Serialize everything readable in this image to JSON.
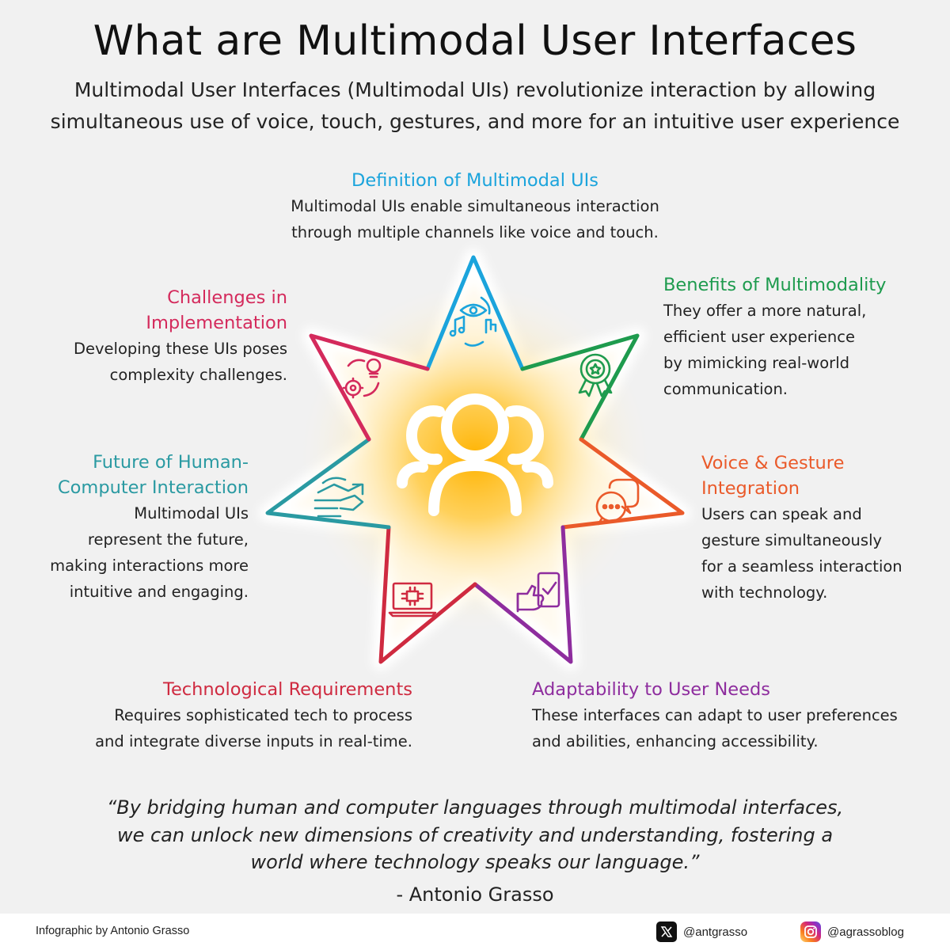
{
  "title": "What are Multimodal User Interfaces",
  "subtitle_line1": "Multimodal User Interfaces (Multimodal UIs) revolutionize interaction by allowing",
  "subtitle_line2": "simultaneous use of voice, touch, gestures, and more for an intuitive user experience",
  "sections": {
    "definition": {
      "heading": "Definition of Multimodal UIs",
      "lines": [
        "Multimodal UIs enable simultaneous interaction",
        "through multiple channels like voice and touch."
      ],
      "color": "#1ba4dc",
      "icon": "eye-music-touch-icon"
    },
    "benefits": {
      "heading": "Benefits of Multimodality",
      "lines": [
        "They offer a more natural,",
        "efficient user experience",
        "by mimicking real-world",
        "communication."
      ],
      "color": "#1e9b4e",
      "icon": "award-badge-icon"
    },
    "challenges": {
      "heading_lines": [
        "Challenges in",
        "Implementation"
      ],
      "lines": [
        "Developing these UIs poses",
        "complexity challenges."
      ],
      "color": "#d42a5c",
      "icon": "gear-bulb-cycle-icon"
    },
    "future": {
      "heading_lines": [
        "Future of Human-",
        "Computer Interaction"
      ],
      "lines": [
        "Multimodal UIs",
        "represent the future,",
        "making interactions more",
        "intuitive and engaging."
      ],
      "color": "#2a9aa2",
      "icon": "human-robot-handshake-icon"
    },
    "voice": {
      "heading_lines": [
        "Voice & Gesture",
        "Integration"
      ],
      "lines": [
        "Users can speak and",
        "gesture simultaneously",
        "for a seamless interaction",
        "with technology."
      ],
      "color": "#ea5a2a",
      "icon": "chat-bubbles-icon"
    },
    "technological": {
      "heading": "Technological Requirements",
      "lines": [
        "Requires sophisticated tech to process",
        "and integrate diverse inputs in real-time."
      ],
      "color": "#cf2a40",
      "icon": "laptop-chip-icon"
    },
    "adaptability": {
      "heading": "Adaptability to User Needs",
      "lines": [
        "These interfaces can adapt to user preferences",
        "and abilities, enhancing accessibility."
      ],
      "color": "#8e2d9e",
      "icon": "thumbs-up-phone-icon"
    }
  },
  "center_icon": "user-group-icon",
  "quote_lines": [
    "“By bridging human and computer languages through multimodal interfaces,",
    "we can unlock new dimensions of creativity and understanding, fostering a",
    "world where technology speaks our language.”"
  ],
  "author": "- Antonio Grasso",
  "footer": {
    "credit": "Infographic by Antonio Grasso",
    "x_handle": "@antgrasso",
    "instagram_handle": "@agrassoblog"
  }
}
